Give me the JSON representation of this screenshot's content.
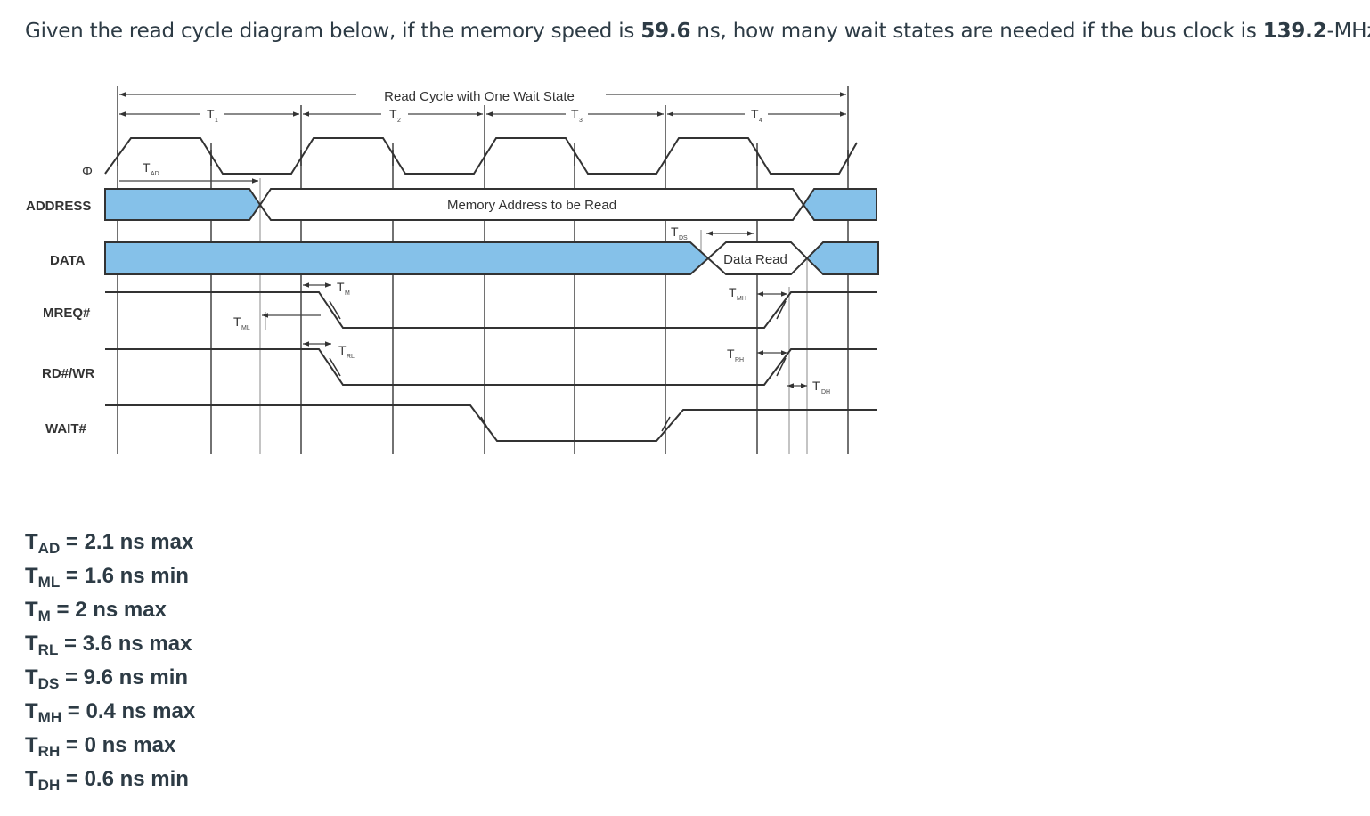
{
  "question": {
    "part1": "Given the read cycle diagram below, if the memory speed is ",
    "memory_speed": "59.6",
    "part2": " ns, how many wait states are needed if the bus clock is ",
    "bus_clock": "139.2",
    "part3": "-MHz?"
  },
  "diagram": {
    "title": "Read Cycle with One Wait State",
    "clock_states": [
      {
        "main": "T",
        "sub": "1"
      },
      {
        "main": "T",
        "sub": "2"
      },
      {
        "main": "T",
        "sub": "3"
      },
      {
        "main": "T",
        "sub": "4"
      }
    ],
    "clock_symbol": "Φ",
    "signals": [
      "ADDRESS",
      "DATA",
      "MREQ#",
      "RD#/WR",
      "WAIT#"
    ],
    "address_text": "Memory Address to be Read",
    "data_text": "Data Read",
    "timings": {
      "tad": {
        "main": "T",
        "sub": "AD"
      },
      "tds": {
        "main": "T",
        "sub": "DS"
      },
      "tml": {
        "main": "T",
        "sub": "ML"
      },
      "tm": {
        "main": "T",
        "sub": "M"
      },
      "tmh": {
        "main": "T",
        "sub": "MH"
      },
      "trl": {
        "main": "T",
        "sub": "RL"
      },
      "trh": {
        "main": "T",
        "sub": "RH"
      },
      "tdh": {
        "main": "T",
        "sub": "DH"
      }
    },
    "colors": {
      "bus_fill": "#85c1e9",
      "line": "#333333"
    }
  },
  "parameters": [
    {
      "name": "T",
      "sub": "AD",
      "value": " = 2.1 ns max"
    },
    {
      "name": "T",
      "sub": "ML",
      "value": " = 1.6 ns min"
    },
    {
      "name": "T",
      "sub": "M",
      "value": " = 2 ns max"
    },
    {
      "name": "T",
      "sub": "RL",
      "value": " = 3.6 ns max"
    },
    {
      "name": "T",
      "sub": "DS",
      "value": " = 9.6 ns min"
    },
    {
      "name": "T",
      "sub": "MH",
      "value": " = 0.4 ns max"
    },
    {
      "name": "T",
      "sub": "RH",
      "value": " = 0 ns max"
    },
    {
      "name": "T",
      "sub": "DH",
      "value": " = 0.6 ns min"
    }
  ]
}
